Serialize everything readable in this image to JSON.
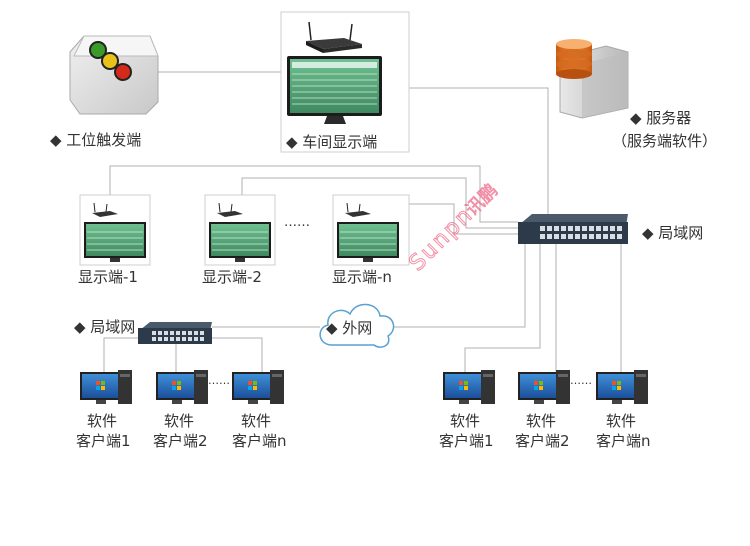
{
  "labels": {
    "trigger": "◆  工位触发端",
    "workshop": "◆  车间显示端",
    "server_line1": "◆  服务器",
    "server_line2": "（服务端软件）",
    "lan_right": "◆  局域网",
    "lan_left": "◆ 局域网",
    "internet": "◆  外网",
    "display1": "显示端-1",
    "display2": "显示端-2",
    "display_dots": "……",
    "displayn": "显示端-n",
    "client_line1": "软件",
    "client1_line2": "客户端1",
    "client2_line2": "客户端2",
    "clientn_line2": "客户端n",
    "client_dots": "……"
  },
  "watermark": {
    "latin": "Sunpn",
    "cjk": "讯鹏"
  },
  "colors": {
    "line": "#b0b0b0",
    "button_green": "#3a9a2a",
    "button_yellow": "#e8c21a",
    "button_red": "#d42a1a",
    "watermark": "#f06a8a",
    "screen": "#4c9a70",
    "switch_body": "#2c3a4a",
    "cloud_stroke": "#5aa0d0",
    "server_disk": "#e07820"
  }
}
